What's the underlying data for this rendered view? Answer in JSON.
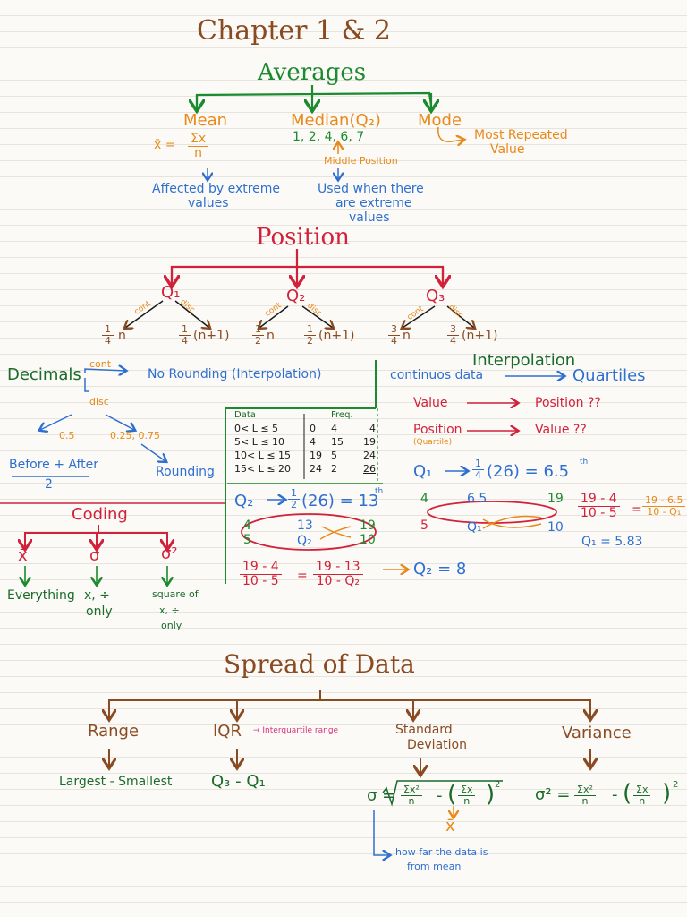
{
  "title": "Chapter   1 & 2",
  "averages": {
    "heading": "Averages",
    "mean": {
      "label": "Mean",
      "xbar": "x̄ =",
      "num": "Σx",
      "den": "n",
      "note1": "Affected by extreme",
      "note2": "values"
    },
    "median": {
      "label": "Median(Q₂)",
      "sequence": "1, 2, 4, 6, 7",
      "pointer": "Middle Position",
      "note1": "Used when there",
      "note2": "are extreme",
      "note3": "values"
    },
    "mode": {
      "label": "Mode",
      "note1": "Most Repeated",
      "note2": "Value"
    }
  },
  "position": {
    "heading": "Position",
    "q1": "Q₁",
    "q2": "Q₂",
    "q3": "Q₃",
    "cont": "cont",
    "disc": "disc",
    "f1a": {
      "num": "1",
      "den": "4",
      "tail": "n"
    },
    "f1b": {
      "num": "1",
      "den": "4",
      "tail": "(n+1)"
    },
    "f2a": {
      "num": "1",
      "den": "2",
      "tail": "n"
    },
    "f2b": {
      "num": "1",
      "den": "2",
      "tail": "(n+1)"
    },
    "f3a": {
      "num": "3",
      "den": "4",
      "tail": "n"
    },
    "f3b": {
      "num": "3",
      "den": "4",
      "tail": "(n+1)"
    }
  },
  "decimals": {
    "label": "Decimals",
    "cont": "cont",
    "cont_result": "No Rounding (Interpolation)",
    "disc": "disc",
    "half": "0.5",
    "quarter": "0.25, 0.75",
    "before_after": "Before + After",
    "two": "2",
    "rounding": "Rounding"
  },
  "interpolation": {
    "continuous": "continuos data",
    "heading": "Interpolation",
    "quartiles": "Quartiles",
    "value": "Value",
    "position_q": "Position ??",
    "position": "Position",
    "quartile": "(Quartile)",
    "value_q": "Value ??"
  },
  "table": {
    "headers": [
      "Data",
      "Freq."
    ],
    "rows": [
      [
        "0< L ≤ 5",
        "0",
        "4",
        "4"
      ],
      [
        "5< L ≤ 10",
        "4",
        "15",
        "19"
      ],
      [
        "10< L ≤ 15",
        "19",
        "5",
        "24"
      ],
      [
        "15< L ≤ 20",
        "24",
        "2",
        "26"
      ]
    ]
  },
  "q1_work": {
    "lhs": "Q₁",
    "frac_num": "1",
    "frac_den": "4",
    "expr": "(26) = 6.5",
    "sup": "th",
    "a1": "4",
    "a2": "6.5",
    "a3": "19",
    "b1": "5",
    "b2": "Q₁",
    "b3": "10",
    "r1_num": "19 - 4",
    "r1_den": "10 - 5",
    "eq": "=",
    "r2_num": "19 - 6.5",
    "r2_den": "10 - Q₁",
    "answer": "Q₁ = 5.83"
  },
  "q2_work": {
    "lhs": "Q₂",
    "frac_num": "1",
    "frac_den": "2",
    "expr": "(26) = 13",
    "sup": "th",
    "a1": "4",
    "a2": "13",
    "a3": "19",
    "b1": "5",
    "b2": "Q₂",
    "b3": "10",
    "r1_num": "19 - 4",
    "r1_den": "10 - 5",
    "eq": "=",
    "r2_num": "19 - 13",
    "r2_den": "10 - Q₂",
    "answer": "Q₂ = 8"
  },
  "coding": {
    "heading": "Coding",
    "xbar": "x̄",
    "sigma": "σ",
    "sigma2": "σ²",
    "everything": "Everything",
    "times_div": "x, ÷",
    "only": "only",
    "square_of": "square of",
    "times_div2": "x, ÷",
    "only2": "only"
  },
  "spread": {
    "heading": "Spread of Data",
    "range": "Range",
    "range_formula": "Largest - Smallest",
    "iqr": "IQR",
    "iqr_note": "→ Interquartile range",
    "iqr_formula": "Q₃ - Q₁",
    "std1": "Standard",
    "std2": "Deviation",
    "std_sigma": "σ =",
    "std_num1": "Σx²",
    "std_den1": "n",
    "minus": "-",
    "std_num2": "Σx",
    "std_den2": "n",
    "sq": "2",
    "xbar": "x̄",
    "std_note1": "how far the data is",
    "std_note2": "from mean",
    "variance": "Variance",
    "var_sigma": "σ² =",
    "var_num1": "Σx²",
    "var_den1": "n",
    "var_num2": "Σx",
    "var_den2": "n"
  }
}
